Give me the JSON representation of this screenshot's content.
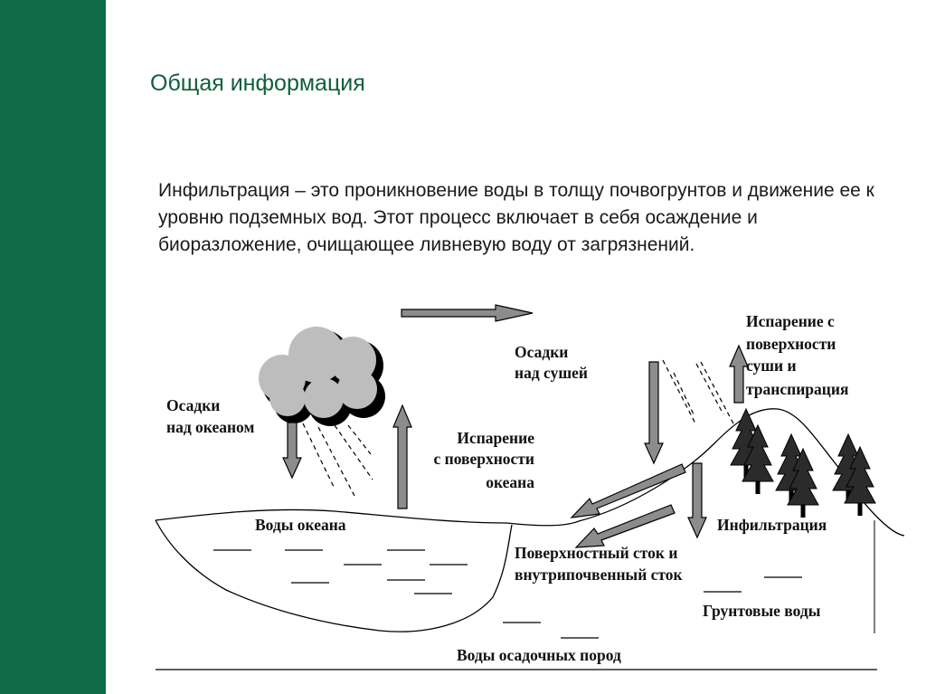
{
  "slide": {
    "title": "Общая информация",
    "body": "Инфильтрация – это проникновение воды в толщу почвогрунтов и движение ее к уровню подземных вод. Этот процесс включает в себя осаждение и биоразложение, очищающее ливневую воду от загрязнений."
  },
  "colors": {
    "sidebar": "#0f6b48",
    "title": "#0f5e3c",
    "arrow_fill": "#8c8c8c",
    "cloud_fill": "#bdbdbd"
  },
  "diagram": {
    "labels": {
      "precip_ocean_1": "Осадки",
      "precip_ocean_2": "над океаном",
      "precip_land_1": "Осадки",
      "precip_land_2": "над сушей",
      "evap_ocean_1": "Испарение",
      "evap_ocean_2": "с поверхности",
      "evap_ocean_3": "океана",
      "evap_land_1": "Испарение с",
      "evap_land_2": "поверхности",
      "evap_land_3": "суши и",
      "evap_land_4": "транспирация",
      "ocean_water": "Воды океана",
      "infiltration": "Инфильтрация",
      "runoff_1": "Поверхностный сток и",
      "runoff_2": "внутрипочвенный сток",
      "groundwater": "Грунтовые воды",
      "sediment_water": "Воды осадочных пород"
    },
    "icons": [
      "cloud-icon",
      "tree-icon",
      "rain-icon",
      "arrow-icon"
    ]
  }
}
